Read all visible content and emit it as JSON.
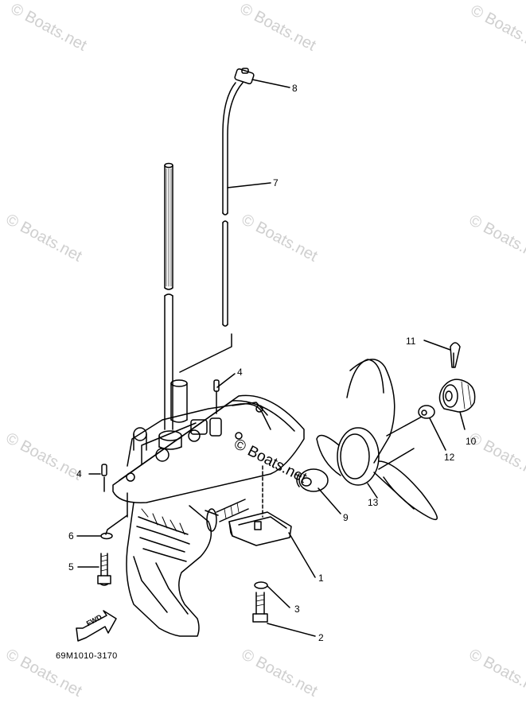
{
  "watermark": "© Boats.net",
  "center_watermark": "© Boats.net",
  "diagram_code": "69M1010-3170",
  "fwd_label": "FWD",
  "callouts": {
    "c1": "1",
    "c2": "2",
    "c3": "3",
    "c4a": "4",
    "c4b": "4",
    "c5": "5",
    "c6": "6",
    "c7": "7",
    "c8": "8",
    "c9": "9",
    "c10": "10",
    "c11": "11",
    "c12": "12",
    "c13": "13"
  }
}
